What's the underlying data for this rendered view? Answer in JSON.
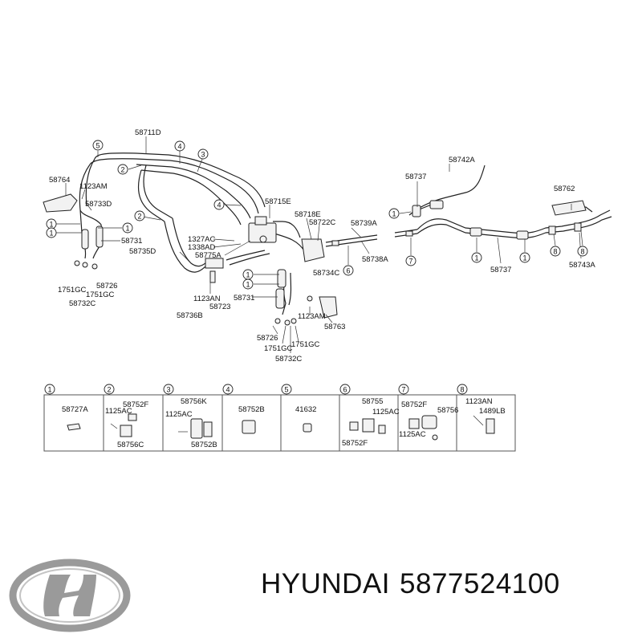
{
  "main_labels": {
    "p58711D": "58711D",
    "p58764": "58764",
    "p1123AM_a": "1123AM",
    "p58733D": "58733D",
    "p58731_a": "58731",
    "p58735D": "58735D",
    "p1751GC_a": "1751GC",
    "p58726_a": "58726",
    "p1751GC_b": "1751GC",
    "p58732C_a": "58732C",
    "p1327AC": "1327AC",
    "p1338AD": "1338AD",
    "p58775A": "58775A",
    "p58715E": "58715E",
    "p58718E": "58718E",
    "p58722C": "58722C",
    "p58734C": "58734C",
    "p1123AN_a": "1123AN",
    "p58723": "58723",
    "p58736B": "58736B",
    "p58731_b": "58731",
    "p1123AM_b": "1123AM",
    "p58763": "58763",
    "p58726_b": "58726",
    "p1751GC_c": "1751GC",
    "p1751GC_d": "1751GC",
    "p58732C_b": "58732C",
    "p58739A": "58739A",
    "p58738A": "58738A",
    "p58737_a": "58737",
    "p58742A": "58742A",
    "p58762": "58762",
    "p58737_b": "58737",
    "p58743A": "58743A"
  },
  "callouts": [
    "1",
    "2",
    "3",
    "4",
    "5",
    "6",
    "7",
    "8"
  ],
  "legend": [
    {
      "num": "1",
      "labels": [
        "58727A"
      ]
    },
    {
      "num": "2",
      "labels": [
        "58752F",
        "1125AC",
        "58756C"
      ]
    },
    {
      "num": "3",
      "labels": [
        "58756K",
        "1125AC",
        "58752B"
      ]
    },
    {
      "num": "4",
      "labels": [
        "58752B"
      ]
    },
    {
      "num": "5",
      "labels": [
        "41632"
      ]
    },
    {
      "num": "6",
      "labels": [
        "58755",
        "1125AC",
        "58752F"
      ]
    },
    {
      "num": "7",
      "labels": [
        "58752F",
        "58756",
        "1125AC"
      ]
    },
    {
      "num": "8",
      "labels": [
        "1123AN",
        "1489LB"
      ]
    }
  ],
  "footer": {
    "brand": "HYUNDAI",
    "part_number": "5877524100"
  },
  "colors": {
    "line": "#222222",
    "logo": "#9a9a9a",
    "text": "#111111"
  },
  "icons": {
    "logo": "hyundai-logo-icon"
  }
}
